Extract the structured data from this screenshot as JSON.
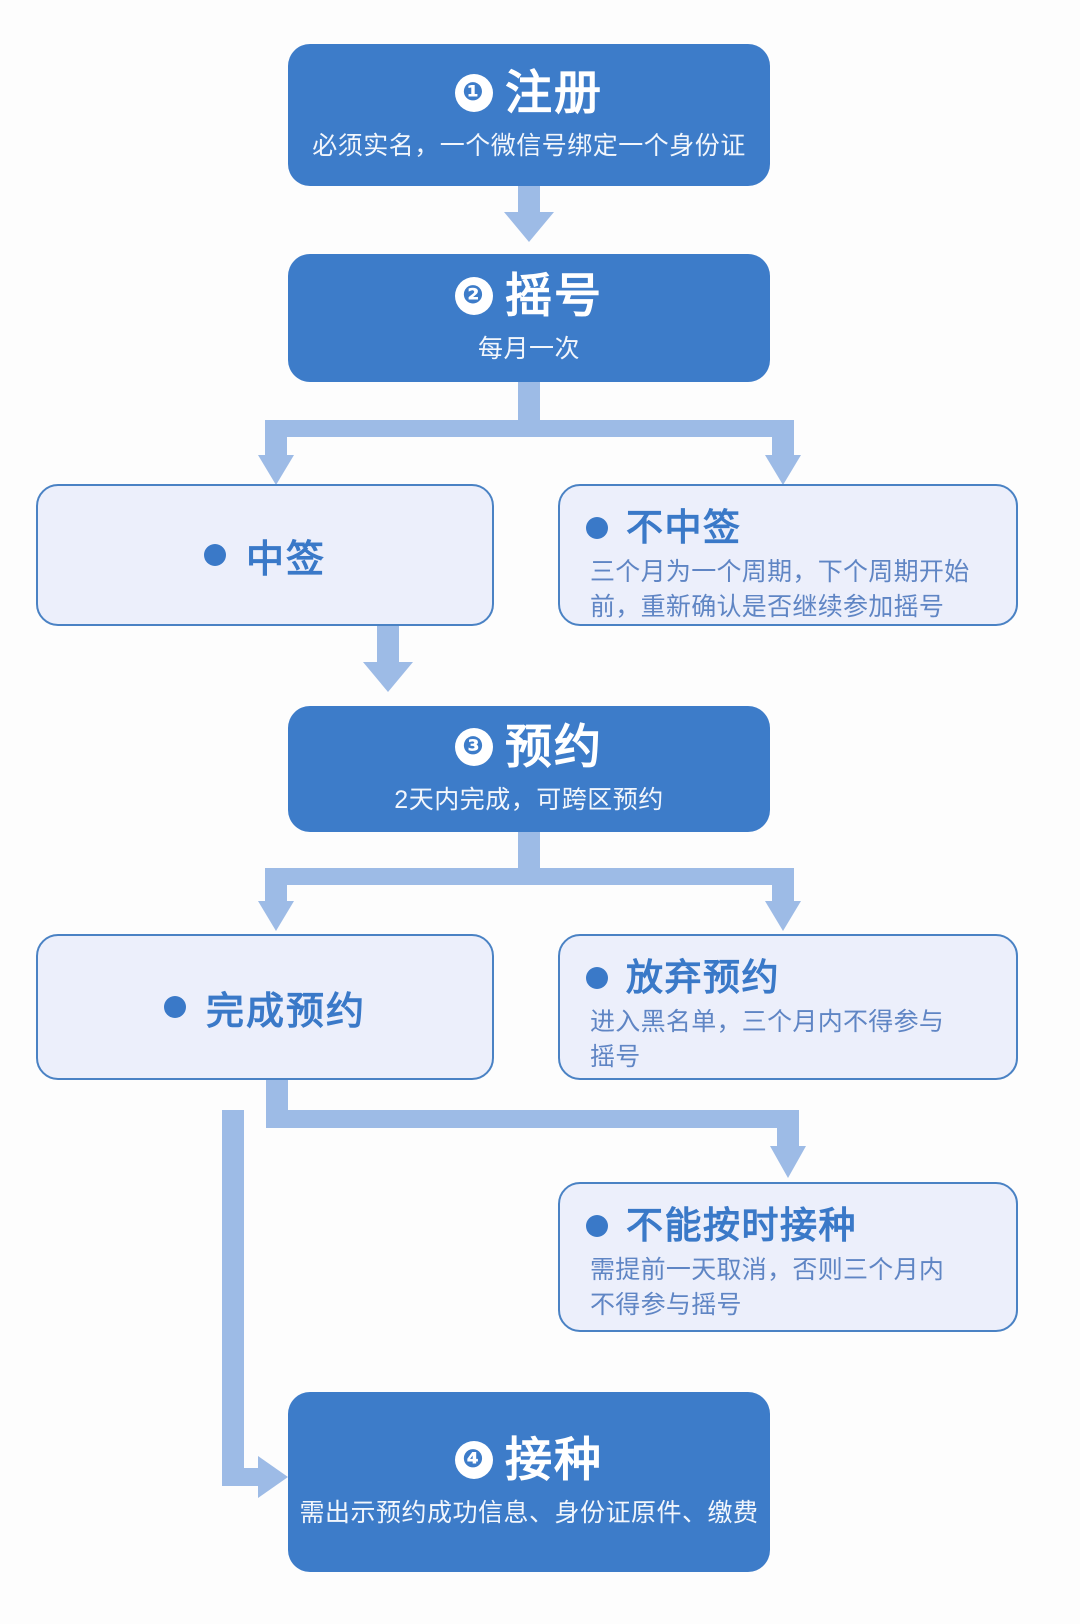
{
  "meta": {
    "title": "疫苗预约接种流程图",
    "colors": {
      "primary_blue": "#3d7cc9",
      "secondary_fill": "#ecefFB",
      "secondary_border": "#4a82c4",
      "heading_blue": "#3a79c8",
      "body_blue": "#5f85c4",
      "connector_blue": "#9dbbe6",
      "background": "#fdfdfd"
    }
  },
  "nodes": {
    "step1": {
      "number": "❶",
      "title": "注册",
      "subtitle": "必须实名，一个微信号绑定一个身份证"
    },
    "step2": {
      "number": "❷",
      "title": "摇号",
      "subtitle": "每月一次"
    },
    "zhongqian": {
      "bullet": "bullet-dot",
      "title": "中签"
    },
    "buzhongqian": {
      "bullet": "bullet-dot",
      "title": "不中签",
      "body_line1": "三个月为一个周期，下个周期开始",
      "body_line2": "前，重新确认是否继续参加摇号"
    },
    "step3": {
      "number": "❸",
      "title": "预约",
      "subtitle": "2天内完成，可跨区预约"
    },
    "wanchengyuyue": {
      "bullet": "bullet-dot",
      "title": "完成预约"
    },
    "fangqiyuyue": {
      "bullet": "bullet-dot",
      "title": "放弃预约",
      "body_line1": "进入黑名单，三个月内不得参与",
      "body_line2": "摇号"
    },
    "bunenganshi": {
      "bullet": "bullet-dot",
      "title": "不能按时接种",
      "body_line1": "需提前一天取消，否则三个月内",
      "body_line2": "不得参与摇号"
    },
    "step4": {
      "number": "❹",
      "title": "接种",
      "subtitle": "需出示预约成功信息、身份证原件、缴费"
    }
  },
  "connectors": [
    {
      "name": "arrow-step1-to-step2",
      "kind": "straight-down-arrow"
    },
    {
      "name": "split-step2-to-branches",
      "kind": "split-two-down-arrows"
    },
    {
      "name": "arrow-zhongqian-to-step3",
      "kind": "straight-down-arrow"
    },
    {
      "name": "split-step3-to-branches",
      "kind": "split-two-down-arrows"
    },
    {
      "name": "elbow-fangqiyuyue-to-bunenganshi",
      "kind": "elbow-down-arrow"
    },
    {
      "name": "elbow-wanchengyuyue-to-step4",
      "kind": "elbow-right-arrow"
    }
  ]
}
